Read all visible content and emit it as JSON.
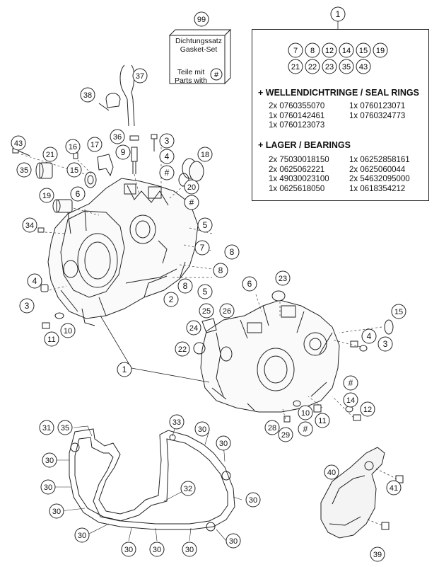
{
  "gasket_set": {
    "ref": "99",
    "label_de": "Dichtungssatz",
    "label_en": "Gasket-Set",
    "parts_de": "Teile mit",
    "parts_en": "Parts with",
    "symbol": "#"
  },
  "kit": {
    "ref": "1",
    "part_refs_row1": [
      "7",
      "8",
      "12",
      "14",
      "15",
      "19"
    ],
    "part_refs_row2": [
      "21",
      "22",
      "23",
      "35",
      "43"
    ],
    "seal_rings": {
      "heading": "+ WELLENDICHTRINGE / SEAL RINGS",
      "left": [
        "2x 0760355070",
        "1x 0760142461",
        "1x 0760123073"
      ],
      "right": [
        "1x 0760123071",
        "1x 0760324773"
      ]
    },
    "bearings": {
      "heading": "+ LAGER / BEARINGS",
      "left": [
        "2x 75030018150",
        "2x 0625062221",
        "1x 49030023100",
        "1x 0625618050"
      ],
      "right": [
        "1x 06252858161",
        "2x 0625060044",
        "2x 54632095000",
        "1x 0618354212"
      ]
    }
  },
  "callouts": [
    {
      "id": "c99",
      "text": "99"
    },
    {
      "id": "c1a",
      "text": "1"
    },
    {
      "id": "c37",
      "text": "37"
    },
    {
      "id": "c38",
      "text": "38"
    },
    {
      "id": "c36",
      "text": "36"
    },
    {
      "id": "c9",
      "text": "9"
    },
    {
      "id": "c3a",
      "text": "3"
    },
    {
      "id": "c4a",
      "text": "4"
    },
    {
      "id": "h1",
      "text": "#"
    },
    {
      "id": "c18",
      "text": "18"
    },
    {
      "id": "c20",
      "text": "20"
    },
    {
      "id": "h2",
      "text": "#"
    },
    {
      "id": "c43",
      "text": "43"
    },
    {
      "id": "c35a",
      "text": "35"
    },
    {
      "id": "c21",
      "text": "21"
    },
    {
      "id": "c16",
      "text": "16"
    },
    {
      "id": "c17",
      "text": "17"
    },
    {
      "id": "c15a",
      "text": "15"
    },
    {
      "id": "c19",
      "text": "19"
    },
    {
      "id": "c6a",
      "text": "6"
    },
    {
      "id": "c34",
      "text": "34"
    },
    {
      "id": "c5a",
      "text": "5"
    },
    {
      "id": "c7",
      "text": "7"
    },
    {
      "id": "c8a",
      "text": "8"
    },
    {
      "id": "c8b",
      "text": "8"
    },
    {
      "id": "c4b",
      "text": "4"
    },
    {
      "id": "c3b",
      "text": "3"
    },
    {
      "id": "c8c",
      "text": "8"
    },
    {
      "id": "c5b",
      "text": "5"
    },
    {
      "id": "c2",
      "text": "2"
    },
    {
      "id": "c10a",
      "text": "10"
    },
    {
      "id": "c11a",
      "text": "11"
    },
    {
      "id": "c23",
      "text": "23"
    },
    {
      "id": "c6b",
      "text": "6"
    },
    {
      "id": "c25",
      "text": "25"
    },
    {
      "id": "c26",
      "text": "26"
    },
    {
      "id": "c24",
      "text": "24"
    },
    {
      "id": "c15b",
      "text": "15"
    },
    {
      "id": "c4c",
      "text": "4"
    },
    {
      "id": "c3c",
      "text": "3"
    },
    {
      "id": "c22",
      "text": "22"
    },
    {
      "id": "c1b",
      "text": "1"
    },
    {
      "id": "h3",
      "text": "#"
    },
    {
      "id": "c14",
      "text": "14"
    },
    {
      "id": "c12",
      "text": "12"
    },
    {
      "id": "c10b",
      "text": "10"
    },
    {
      "id": "c11b",
      "text": "11"
    },
    {
      "id": "c28",
      "text": "28"
    },
    {
      "id": "c29",
      "text": "29"
    },
    {
      "id": "h4",
      "text": "#"
    },
    {
      "id": "c31",
      "text": "31"
    },
    {
      "id": "c35b",
      "text": "35"
    },
    {
      "id": "c33",
      "text": "33"
    },
    {
      "id": "c30a",
      "text": "30"
    },
    {
      "id": "c30b",
      "text": "30"
    },
    {
      "id": "c30c",
      "text": "30"
    },
    {
      "id": "c30d",
      "text": "30"
    },
    {
      "id": "c32",
      "text": "32"
    },
    {
      "id": "c30e",
      "text": "30"
    },
    {
      "id": "c30f",
      "text": "30"
    },
    {
      "id": "c30g",
      "text": "30"
    },
    {
      "id": "c30h",
      "text": "30"
    },
    {
      "id": "c30i",
      "text": "30"
    },
    {
      "id": "c30j",
      "text": "30"
    },
    {
      "id": "c30k",
      "text": "30"
    },
    {
      "id": "c40",
      "text": "40"
    },
    {
      "id": "c41",
      "text": "41"
    },
    {
      "id": "c39",
      "text": "39"
    }
  ]
}
